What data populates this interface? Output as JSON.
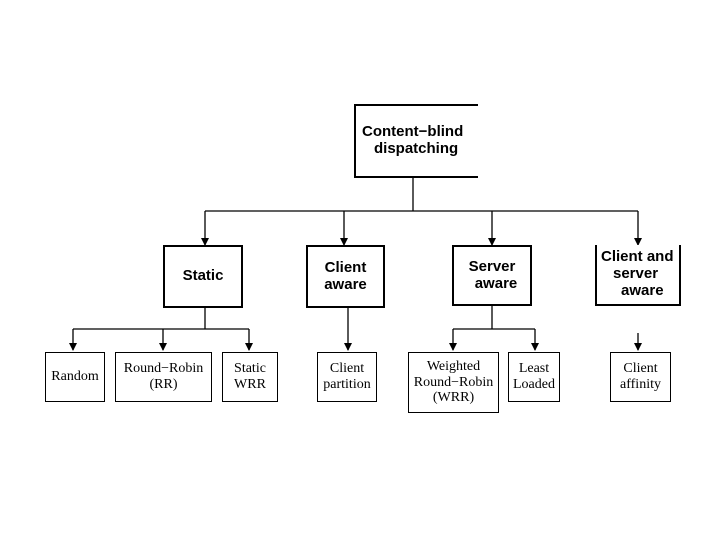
{
  "root": {
    "lines": [
      "Content−blind",
      "dispatching"
    ]
  },
  "categories": [
    {
      "id": "static",
      "lines": [
        "Static"
      ]
    },
    {
      "id": "client-aware",
      "lines": [
        "Client",
        "aware"
      ]
    },
    {
      "id": "server-aware",
      "lines": [
        "Server",
        "aware"
      ]
    },
    {
      "id": "client-server-aware",
      "lines": [
        "Client and",
        "server",
        "aware"
      ]
    }
  ],
  "leaves": [
    {
      "id": "random",
      "lines": [
        "Random"
      ]
    },
    {
      "id": "round-robin",
      "lines": [
        "Round−Robin",
        "(RR)"
      ]
    },
    {
      "id": "static-wrr",
      "lines": [
        "Static",
        "WRR"
      ]
    },
    {
      "id": "client-partition",
      "lines": [
        "Client",
        "partition"
      ]
    },
    {
      "id": "weighted-round-robin",
      "lines": [
        "Weighted",
        "Round−Robin",
        "(WRR)"
      ]
    },
    {
      "id": "least-loaded",
      "lines": [
        "Least",
        "Loaded"
      ]
    },
    {
      "id": "client-affinity",
      "lines": [
        "Client",
        "affinity"
      ]
    }
  ]
}
